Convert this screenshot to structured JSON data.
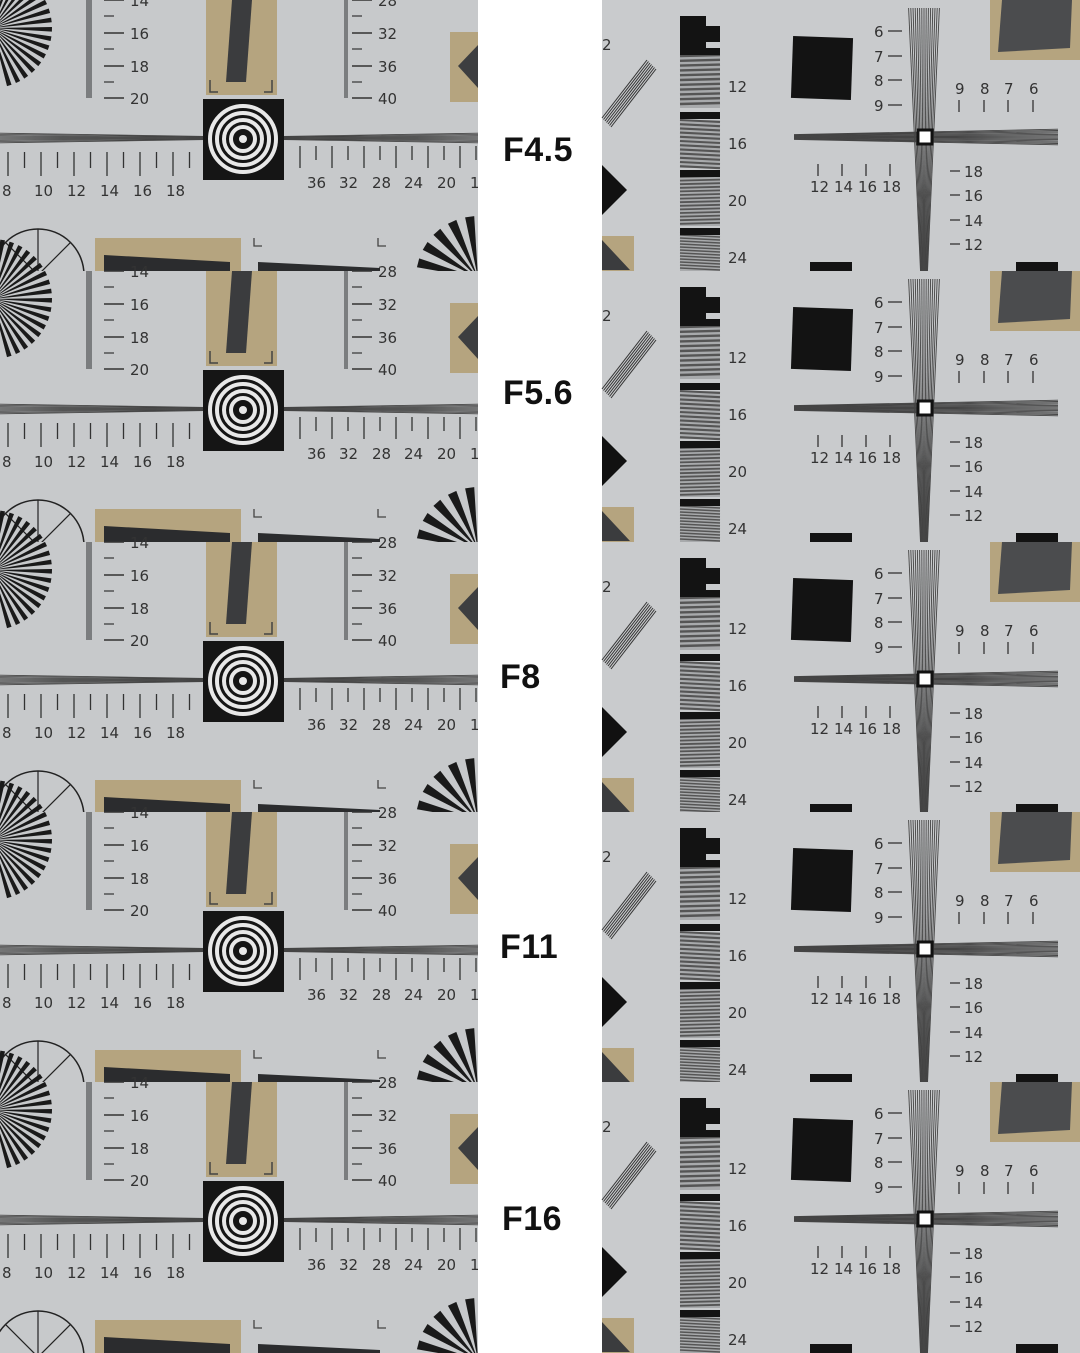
{
  "rows": [
    {
      "aperture": "F4.5"
    },
    {
      "aperture": "F5.6"
    },
    {
      "aperture": "F8"
    },
    {
      "aperture": "F11"
    },
    {
      "aperture": "F16"
    }
  ],
  "left_chart": {
    "scale_top_labels": [
      "14",
      "16",
      "18",
      "20"
    ],
    "scale_top_right_labels": [
      "28",
      "32",
      "36",
      "40"
    ],
    "ruler_left_labels": [
      "8",
      "10",
      "12",
      "14",
      "16",
      "18"
    ],
    "ruler_right_labels": [
      "36",
      "32",
      "28",
      "24",
      "20",
      "1"
    ]
  },
  "right_chart": {
    "corner_label": "2",
    "bar_labels": [
      "12",
      "16",
      "20",
      "24"
    ],
    "vertical_labels": [
      "6",
      "7",
      "8",
      "9"
    ],
    "horizontal_top_labels": [
      "9",
      "8",
      "7",
      "6"
    ],
    "horizontal_bottom_labels": [
      "12",
      "14",
      "16",
      "18"
    ],
    "vertical_bottom_labels": [
      "18",
      "16",
      "14",
      "12"
    ]
  },
  "colors": {
    "chart_gray": "#c6c8ca",
    "tan": "#a8926a",
    "ink": "#1c1c1c"
  }
}
